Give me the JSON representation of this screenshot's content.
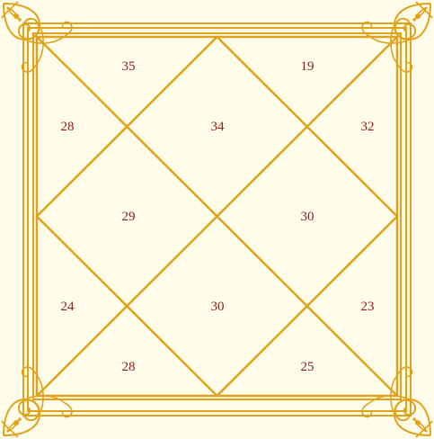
{
  "chart": {
    "houses": [
      {
        "house": 1,
        "value": "34"
      },
      {
        "house": 2,
        "value": "35"
      },
      {
        "house": 3,
        "value": "28"
      },
      {
        "house": 4,
        "value": "29"
      },
      {
        "house": 5,
        "value": "24"
      },
      {
        "house": 6,
        "value": "28"
      },
      {
        "house": 7,
        "value": "30"
      },
      {
        "house": 8,
        "value": "25"
      },
      {
        "house": 9,
        "value": "23"
      },
      {
        "house": 10,
        "value": "30"
      },
      {
        "house": 11,
        "value": "32"
      },
      {
        "house": 12,
        "value": "19"
      }
    ]
  },
  "colors": {
    "background": "#fffde9",
    "line": "#e0a21b",
    "text": "#8b1a1a"
  }
}
